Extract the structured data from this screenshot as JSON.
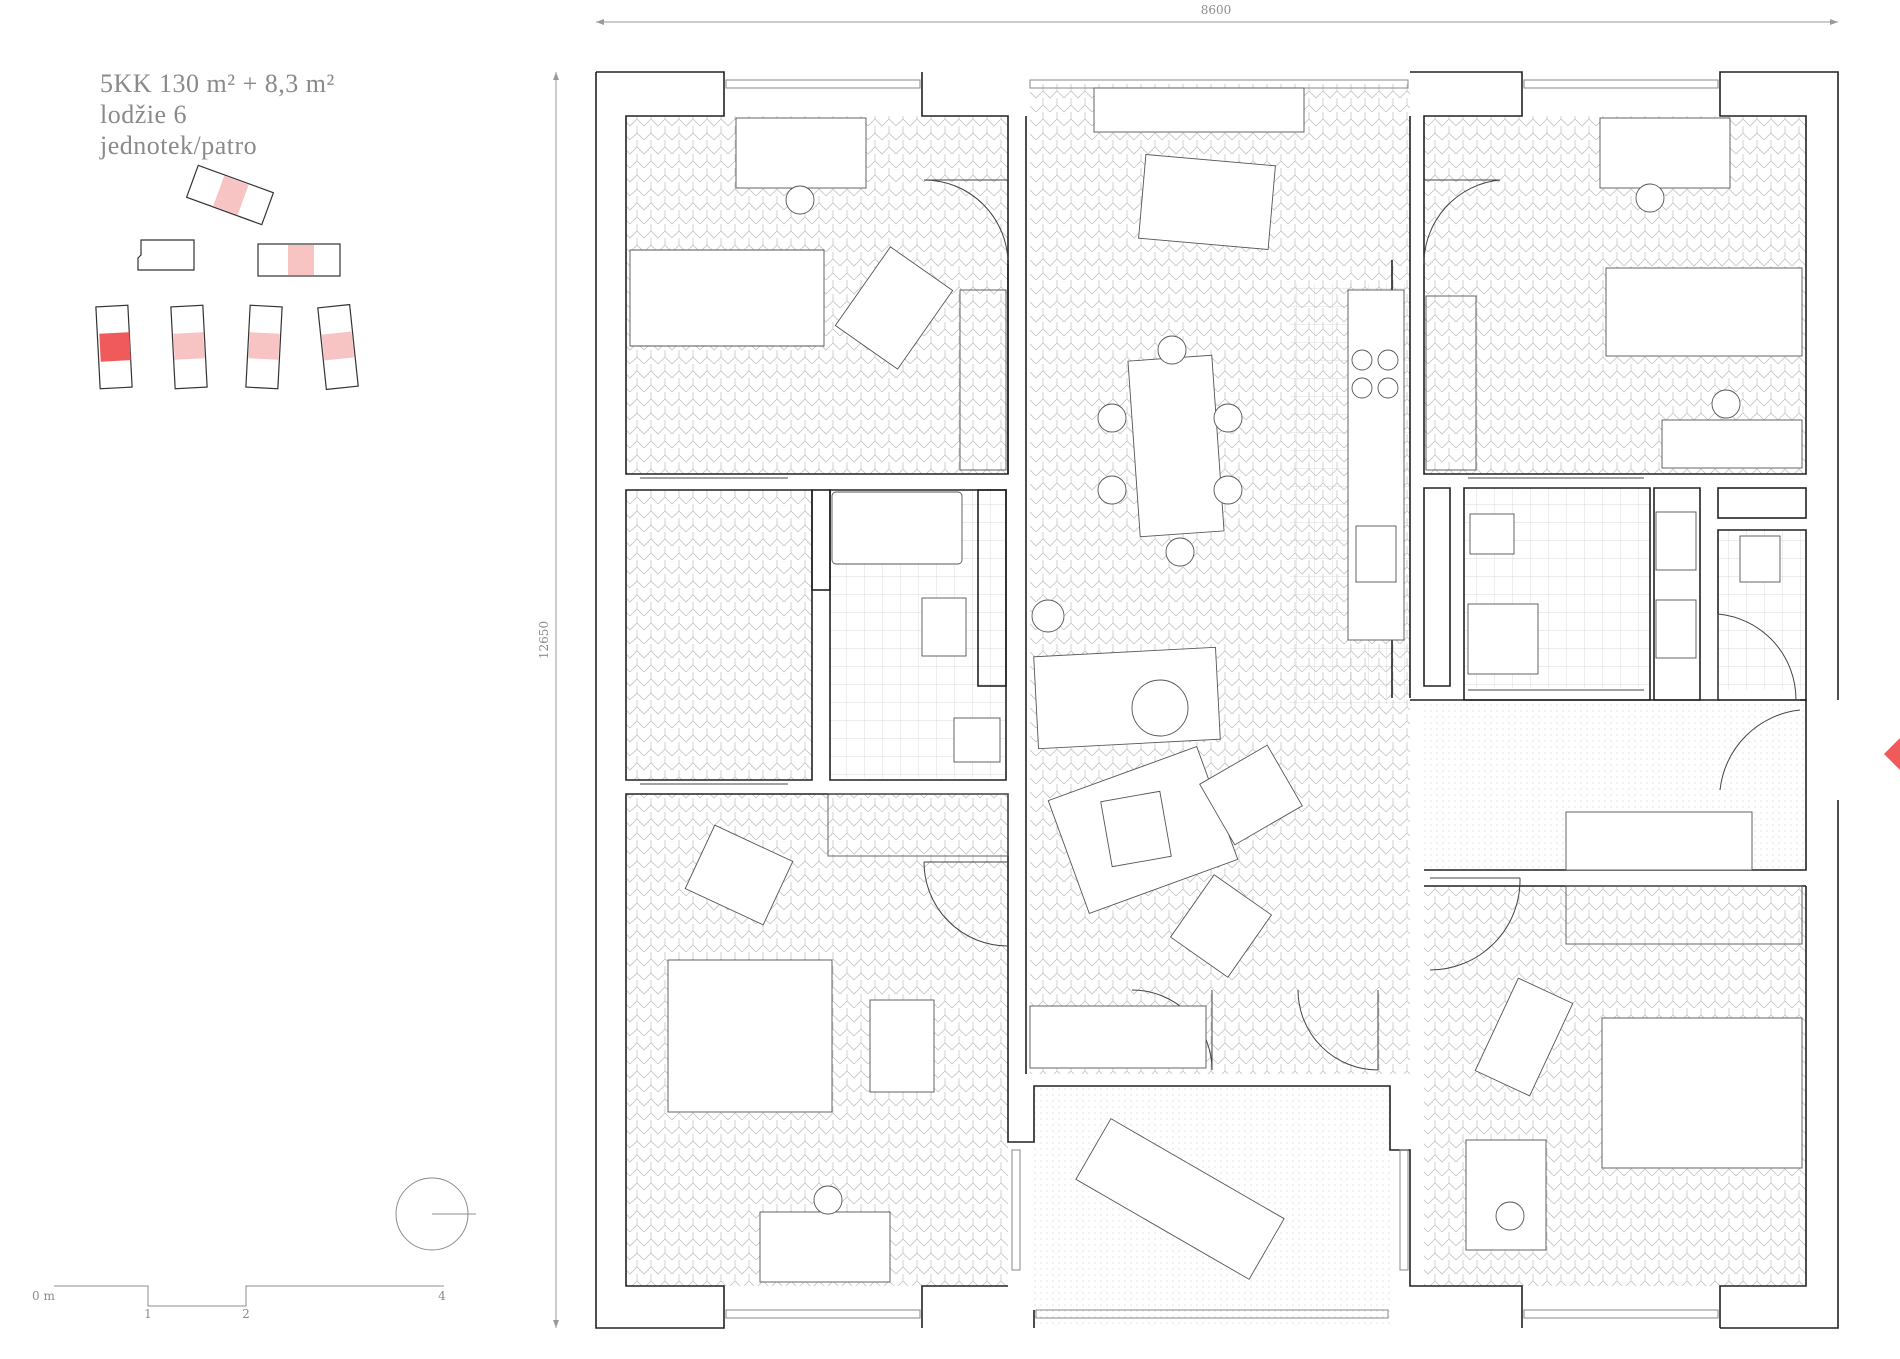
{
  "legend": {
    "line1": "5KK 130 m² + 8,3 m²",
    "line2": "lodžie 6",
    "line3": "jednotek/patro"
  },
  "dimensions": {
    "width": "8600",
    "height": "12650"
  },
  "scale_bar": {
    "label_0": "0 m",
    "label_1": "1",
    "label_2": "2",
    "label_4": "4"
  },
  "colors": {
    "highlight": "#f05a5a",
    "highlight_light": "#f7c3c3",
    "entrance_marker": "#f05a5a",
    "wall": "#222222",
    "line": "#9a9a9a"
  },
  "icons": [
    "north-arrow-icon",
    "entrance-marker-icon"
  ]
}
